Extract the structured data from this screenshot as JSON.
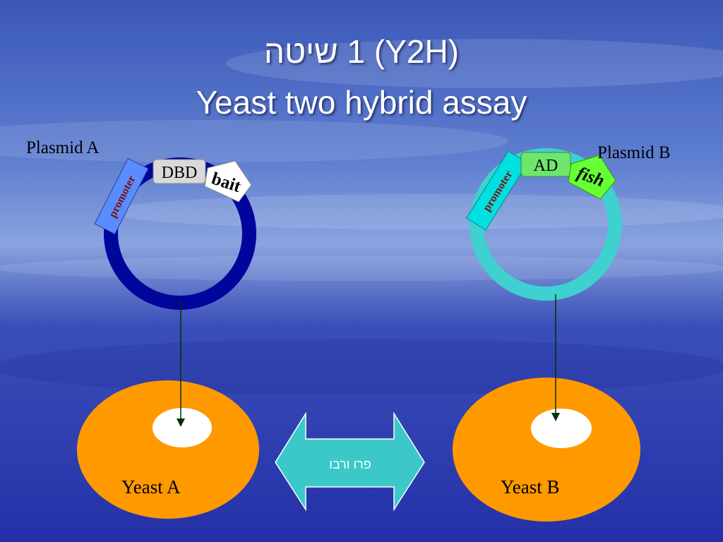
{
  "slide": {
    "title_line1": "(Y2H) 1 שיטה",
    "title_line2": "Yeast two hybrid assay"
  },
  "plasmid_a": {
    "label": "Plasmid A",
    "promoter_label": "promoter",
    "dbd_label": "DBD",
    "bait_label": "bait",
    "ring_color": "#00059c"
  },
  "plasmid_b": {
    "label": "Plasmid B",
    "promoter_label": "promoter",
    "ad_label": "AD",
    "fish_label": "fish",
    "ring_color": "#3fd0d0"
  },
  "yeast_a": {
    "label": "Yeast A",
    "cell_color": "#ff9900"
  },
  "yeast_b": {
    "label": "Yeast B",
    "cell_color": "#ff9900"
  },
  "arrow": {
    "label": "פרו ורבו",
    "color": "#3cc8c8"
  },
  "colors": {
    "promoter_a": "#5b8cff",
    "promoter_b": "#00e0e0",
    "dbd_box": "#d9d9d9",
    "ad_box": "#6ee66e",
    "fish_tag": "#66ff33",
    "bait_tag": "#ffffff"
  }
}
